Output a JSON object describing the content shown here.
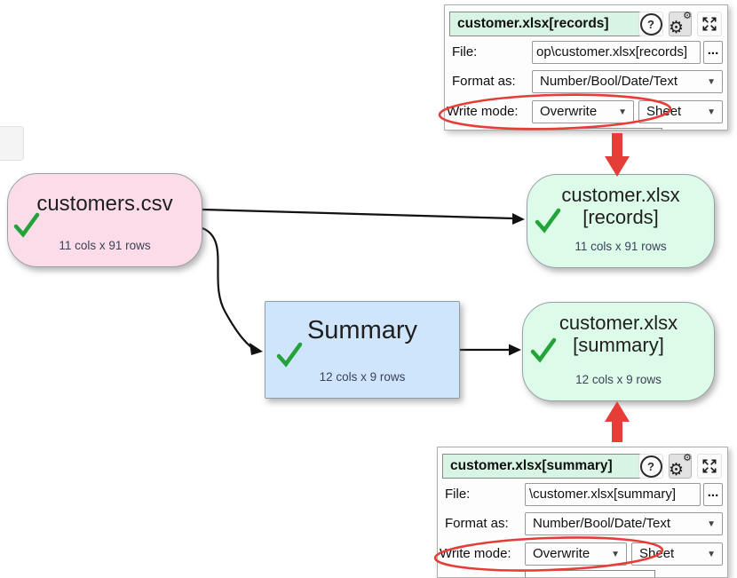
{
  "colors": {
    "source_node_bg": "#fbdce8",
    "output_node_bg": "#dcfbe8",
    "transform_node_bg": "#cfe5fb",
    "panel_title_bg": "#d8f4e4",
    "check_green": "#23a339",
    "annotation_red": "#e53d37",
    "connector_black": "#111111"
  },
  "icons": {
    "help": "?",
    "gear": "⚙",
    "dropdown": "▼"
  },
  "nodes": [
    {
      "id": "customers-csv",
      "title": "customers.csv",
      "stats": "11 cols x 91 rows"
    },
    {
      "id": "records-output",
      "title_line1": "customer.xlsx",
      "title_line2": "[records]",
      "stats": "11 cols x 91 rows"
    },
    {
      "id": "summary-transform",
      "title": "Summary",
      "stats": "12 cols x 9 rows"
    },
    {
      "id": "summary-output",
      "title_line1": "customer.xlsx",
      "title_line2": "[summary]",
      "stats": "12 cols x 9 rows"
    }
  ],
  "panels": [
    {
      "title": "customer.xlsx[records]",
      "file_label": "File:",
      "file_value": "op\\customer.xlsx[records]",
      "browse_button": "...",
      "format_label": "Format as:",
      "format_value": "Number/Bool/Date/Text",
      "write_label": "Write mode:",
      "write_mode_value": "Overwrite",
      "write_target_value": "Sheet"
    },
    {
      "title": "customer.xlsx[summary]",
      "file_label": "File:",
      "file_value": "\\customer.xlsx[summary]",
      "browse_button": "...",
      "format_label": "Format as:",
      "format_value": "Number/Bool/Date/Text",
      "write_label": "Write mode:",
      "write_mode_value": "Overwrite",
      "write_target_value": "Sheet"
    }
  ]
}
